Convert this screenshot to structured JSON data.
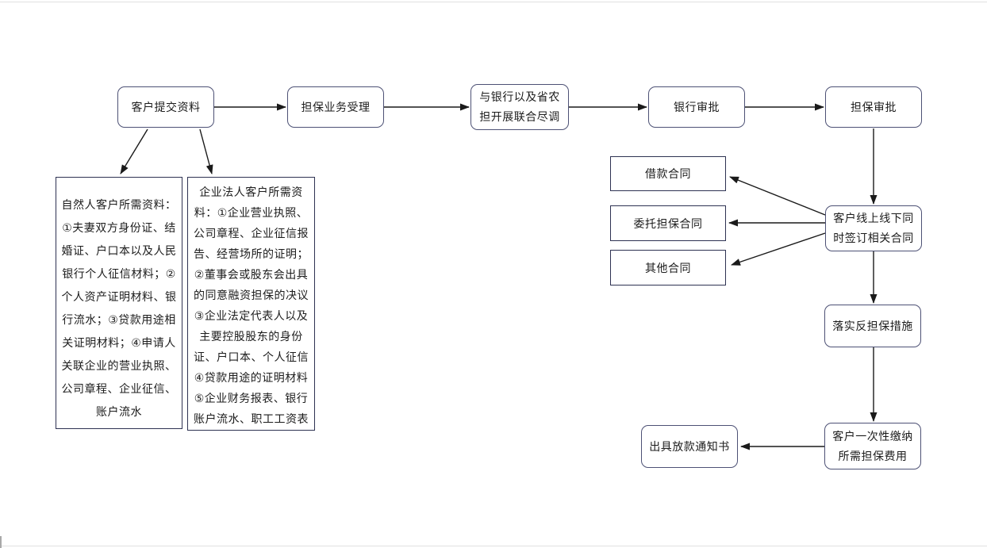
{
  "colors": {
    "background": "#ffffff",
    "rounded_node_border": "#4d5175",
    "rect_box_border": "#2e3252",
    "arrow": "#1a1a1a",
    "text": "#1c1c1c"
  },
  "flow": {
    "submit": {
      "label": "客户提交资料"
    },
    "accept": {
      "label": "担保业务受理"
    },
    "joint_diligence": {
      "label": "与银行以及省农\n担开展联合尽调"
    },
    "bank_approval": {
      "label": "银行审批"
    },
    "guarantee_approval": {
      "label": "担保审批"
    },
    "sign_contracts": {
      "label": "客户线上线下同\n时签订相关合同"
    },
    "counter_guarantee": {
      "label": "落实反担保措施"
    },
    "pay_fee": {
      "label": "客户一次性缴纳\n所需担保费用"
    },
    "loan_notice": {
      "label": "出具放款通知书"
    },
    "loan_contract": {
      "label": "借款合同"
    },
    "entrust_contract": {
      "label": "委托担保合同"
    },
    "other_contract": {
      "label": "其他合同"
    },
    "natural_person_materials": {
      "label": "自然人客户所需资料：\n①夫妻双方身份证、结\n婚证、户口本以及人民\n银行个人征信材料；②\n个人资产证明材料、银\n行流水；③贷款用途相\n关证明材料；④申请人\n关联企业的营业执照、\n公司章程、企业征信、\n账户流水"
    },
    "corporate_materials": {
      "label": "企业法人客户所需资\n料：①企业营业执照、\n公司章程、企业征信报\n告、经营场所的证明；\n②董事会或股东会出具\n的同意融资担保的决议\n③企业法定代表人以及\n主要控股股东的身份\n证、户口本、个人征信\n④贷款用途的证明材料\n⑤企业财务报表、银行\n账户流水、职工工资表"
    }
  }
}
